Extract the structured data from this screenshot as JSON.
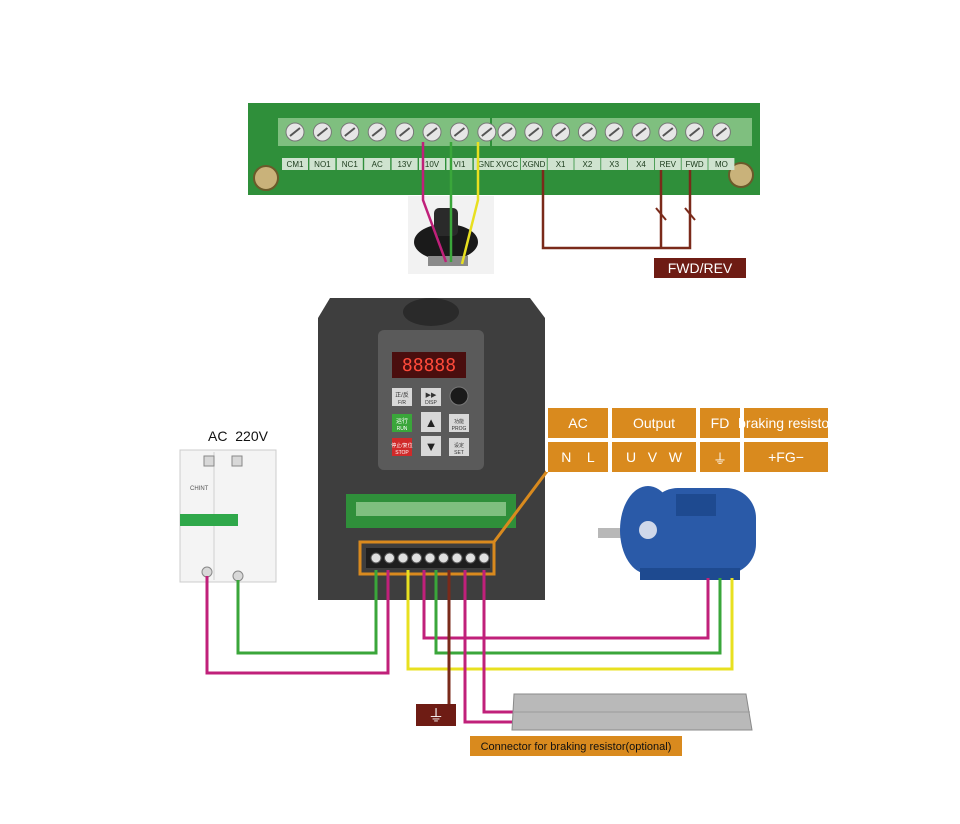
{
  "control_terminals": {
    "left_labels": [
      "CM1",
      "NO1",
      "NC1",
      "AC",
      "13V",
      "10V",
      "VI1",
      "GND"
    ],
    "right_labels": [
      "XVCC",
      "XGND",
      "X1",
      "X2",
      "X3",
      "X4",
      "REV",
      "FWD",
      "MO"
    ]
  },
  "fwd_rev_label": "FWD/REV",
  "breaker_label": "AC  220V",
  "breaker_brand": "CHINT",
  "power_table": {
    "headers": [
      "AC",
      "Output",
      "FD",
      "braking resistor"
    ],
    "values": [
      "N    L",
      "U   V   W",
      "⏚",
      "+FG−"
    ]
  },
  "keypad": {
    "fr_label": "正/反",
    "fr_sub": "F/R",
    "disp_label": "DISP",
    "run_label": "运行",
    "run_sub": "RUN",
    "stop_label": "停止/复位",
    "stop_sub": "STOP",
    "prog_label": "功能",
    "prog_sub": "PROG",
    "set_label": "设定",
    "set_sub": "SET"
  },
  "ground_symbol": "⏚",
  "braking_note": "Connector for braking resistor(optional)",
  "colors": {
    "board_green": "#2f8f3a",
    "wire_magenta": "#c0207a",
    "wire_green": "#3aa63a",
    "wire_yellow": "#e8e020",
    "wire_brown": "#7a2a1a",
    "label_orange": "#d98a1e",
    "label_dark_red": "#6e1c14",
    "motor_blue": "#2a5aa8"
  }
}
